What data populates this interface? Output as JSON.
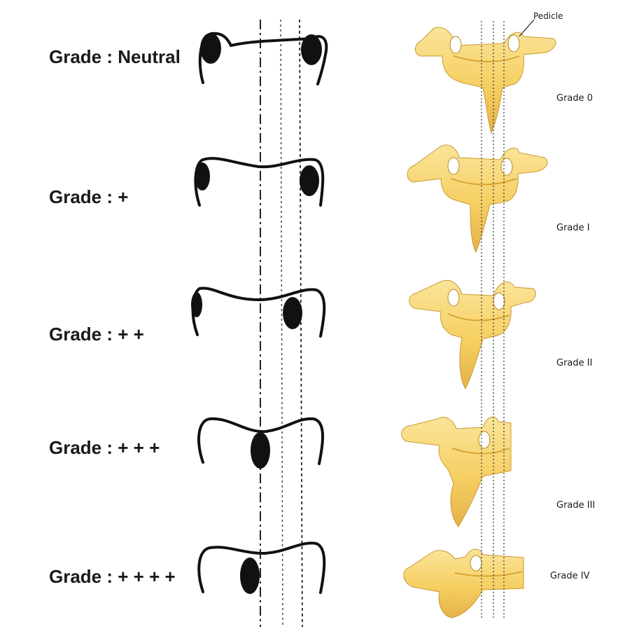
{
  "diagram": {
    "pedicle_label": "Pedicle",
    "left_grades": [
      {
        "label": "Grade : Neutral"
      },
      {
        "label": "Grade : +"
      },
      {
        "label": "Grade : + +"
      },
      {
        "label": "Grade : + + +"
      },
      {
        "label": "Grade : + + + +"
      }
    ],
    "right_grades": [
      {
        "label": "Grade 0"
      },
      {
        "label": "Grade I"
      },
      {
        "label": "Grade II"
      },
      {
        "label": "Grade III"
      },
      {
        "label": "Grade IV"
      }
    ],
    "colors": {
      "line": "#111111",
      "bone_fill": "#f6cf62",
      "bone_light": "#fbe49a",
      "bone_shadow": "#d9a532",
      "pedicle_fill": "#ffffff"
    }
  }
}
